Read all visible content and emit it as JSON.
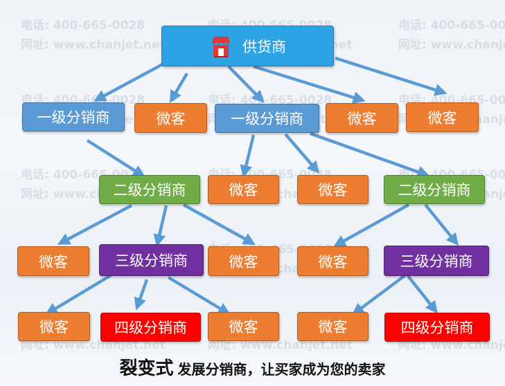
{
  "watermark": {
    "phone": "电话: 400-665-0028",
    "site": "网址: www.chanjet.net"
  },
  "colors": {
    "arrow": "#5b9bd5",
    "supplier": "#2ea3e3",
    "level1": "#5b9bd5",
    "weike": "#ed7d31",
    "level2": "#70ad47",
    "level3": "#7030a0",
    "level4": "#ff0000"
  },
  "nodes": {
    "supplier": {
      "label": "供货商",
      "icon": "store-icon"
    },
    "level1_left": "一级分销商",
    "level1_right": "一级分销商",
    "weike_r1_a": "微客",
    "weike_r1_b": "微客",
    "weike_r1_c": "微客",
    "level2_left": "二级分销商",
    "level2_right": "二级分销商",
    "weike_r2_a": "微客",
    "weike_r2_b": "微客",
    "weike_r3_a": "微客",
    "level3_left": "三级分销商",
    "weike_r3_b": "微客",
    "weike_r3_c": "微客",
    "level3_right": "三级分销商",
    "weike_r4_a": "微客",
    "level4_left": "四级分销商",
    "weike_r4_b": "微客",
    "weike_r4_c": "微客",
    "level4_right": "四级分销商"
  },
  "caption": {
    "main": "裂变式",
    "sub": "发展分销商，让买家成为您的卖家"
  }
}
